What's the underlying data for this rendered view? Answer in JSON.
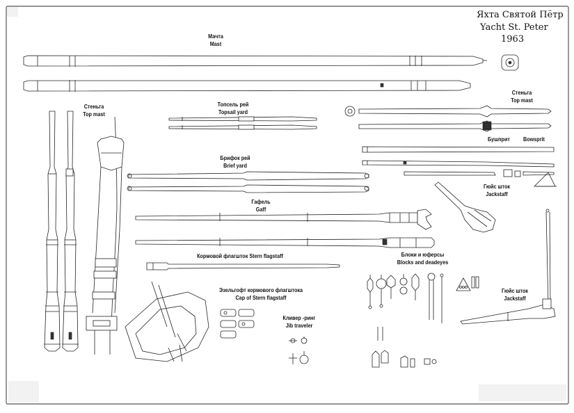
{
  "title": {
    "ru": "Яхта Святой Пётр",
    "en": "Yacht St. Peter",
    "year": "1963"
  },
  "labels": {
    "mast": {
      "ru": "Мачта",
      "en": "Mast"
    },
    "topmast_left": {
      "ru": "Стеньга",
      "en": "Top mast"
    },
    "topsail_yard": {
      "ru": "Топсель рей",
      "en": "Topsail yard"
    },
    "topmast_right": {
      "ru": "Стеньга",
      "en": "Top mast"
    },
    "bowsprit": {
      "ru": "Бушприт",
      "en": "Bowsprit"
    },
    "brifok_yard": {
      "ru": "Брифок рей",
      "en": "Brief yard"
    },
    "jackstaff_top": {
      "ru": "Гюйс шток",
      "en": "Jackstaff"
    },
    "gaff": {
      "ru": "Гафель",
      "en": "Gaff"
    },
    "stern_flagstaff": "Кормовой флагшток Stern flagstaff",
    "blocks": {
      "ru": "Блоки и юферсы",
      "en": "Blocks and deadeyes"
    },
    "cap": {
      "ru": "Эзельгофт кормового флагштока",
      "en": "Cap of Stern flagstaff"
    },
    "jackstaff_bottom": {
      "ru": "Гюйс шток",
      "en": "Jackstaff"
    },
    "jib_traveler": {
      "ru": "Кливер -ринг",
      "en": "Jib traveler"
    }
  },
  "colors": {
    "line": "#222222",
    "paper": "#ffffff",
    "border": "#555555"
  }
}
